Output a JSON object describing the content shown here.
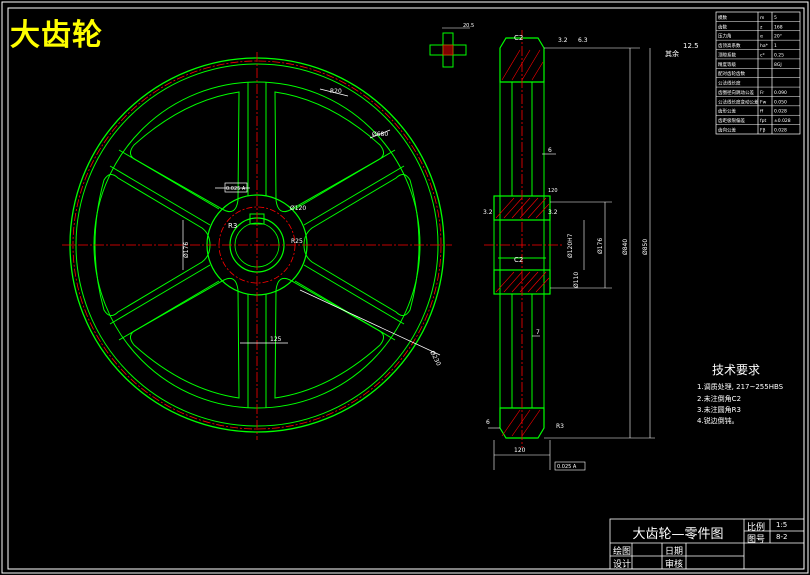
{
  "drawing": {
    "title": "大齿轮",
    "title_block": {
      "name": "大齿轮—零件图",
      "scale_label": "比例",
      "scale_value": "1:5",
      "drawing_no_label": "图号",
      "drawing_no_value": "8-2",
      "drawn_label": "绘图",
      "designed_label": "设计",
      "date_label": "日期",
      "checked_label": "审核"
    },
    "technical_requirements": {
      "title": "技术要求",
      "items": [
        "1.调质处理, 217~255HBS",
        "2.未注倒角C2",
        "3.未注圆角R3",
        "4.锐边倒钝。"
      ]
    },
    "dimensions": {
      "keyway_width": "20.5",
      "chamfer_top": "C2",
      "chamfer_mid": "C2",
      "roughness_top_1": "3.2",
      "roughness_top_2": "6.3",
      "roughness_else": "12.5",
      "rest_label": "其余",
      "web_thickness": "6",
      "hub_len": "120",
      "hub_rough_1": "3.2",
      "hub_rough_2": "3.2",
      "hub_bore": "Ø110",
      "hub_bore_fit": "Ø120H7",
      "hub_dia": "Ø176",
      "rim_dia_1": "Ø840",
      "rim_dia_2": "Ø850",
      "bottom_width": "120",
      "bottom_tol": "0.025 A",
      "left_gap": "6",
      "left_dim": "R3",
      "front_label_1": "R20",
      "front_label_2": "Ø680",
      "front_hub": "Ø176",
      "front_tol": "0.025 A",
      "front_keyway": "Ø120",
      "front_r": "R3",
      "front_spoke_w": "R25",
      "front_hub_len": "125",
      "front_rim_w": "Ø230",
      "mid_dim": "7"
    },
    "param_table": [
      [
        "模数",
        "m",
        "5"
      ],
      [
        "齿数",
        "z",
        "168"
      ],
      [
        "压力角",
        "α",
        "20°"
      ],
      [
        "齿顶高系数",
        "ha*",
        "1"
      ],
      [
        "顶隙系数",
        "c*",
        "0.25"
      ],
      [
        "精度等级",
        "",
        "8GJ"
      ],
      [
        "配对齿轮齿数",
        "",
        ""
      ],
      [
        "公法线长度",
        "",
        ""
      ],
      [
        "齿圈径向跳动公差",
        "Fr",
        "0.090"
      ],
      [
        "公法线长度变动公差",
        "Fw",
        "0.050"
      ],
      [
        "齿形公差",
        "ff",
        "0.028"
      ],
      [
        "齿距极限偏差",
        "fpt",
        "±0.028"
      ],
      [
        "齿向公差",
        "Fβ",
        "0.028"
      ]
    ]
  },
  "colors": {
    "background": "#000000",
    "outline": "#00ff00",
    "centerline": "#ff0000",
    "dimension": "#ffffff",
    "title": "#ffff00",
    "hatch": "#ff0000"
  }
}
